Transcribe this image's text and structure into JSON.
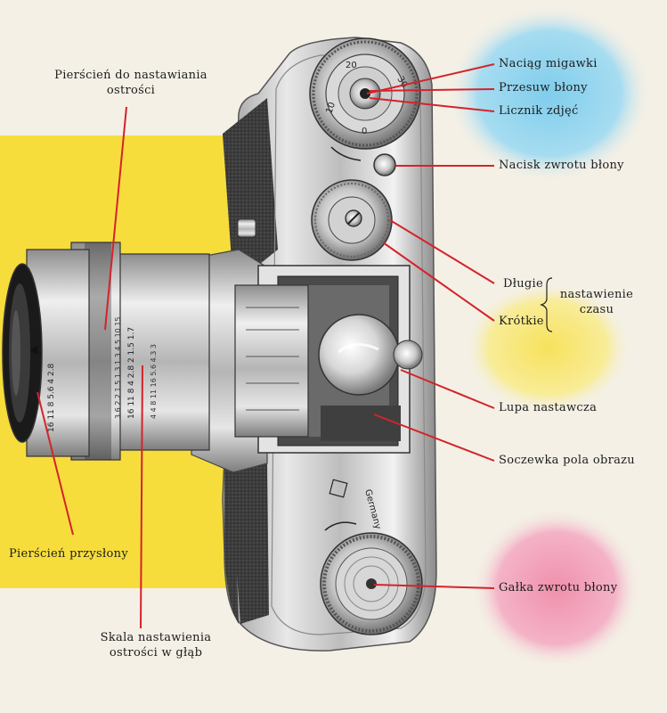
{
  "labels": {
    "focus_ring_line1": "Pierścień do nastawiania",
    "focus_ring_line2": "ostrości",
    "shutter_cock": "Naciąg migawki",
    "film_advance": "Przesuw błony",
    "frame_counter": "Licznik zdjęć",
    "rewind_release": "Nacisk zwrotu błony",
    "long": "Długie",
    "short": "Krótkie",
    "time_setting_line1": "nastawienie",
    "time_setting_line2": "czasu",
    "magnifier": "Lupa nastawcza",
    "field_lens": "Soczewka pola obrazu",
    "aperture_ring": "Pierścień przysłony",
    "dof_scale_line1": "Skala nastawienia",
    "dof_scale_line2": "ostrości w głąb",
    "rewind_knob": "Gałka zwrotu błony"
  },
  "camera": {
    "engraving_country": "Germany",
    "counter_numbers": [
      "20",
      "10",
      "0",
      "30"
    ],
    "aperture_numbers": [
      "16",
      "11",
      "8",
      "5.6",
      "4",
      "2.8"
    ],
    "dof_numbers": [
      "16",
      "11",
      "8",
      "4",
      "2.8",
      "2",
      "1.5",
      "1.7"
    ]
  },
  "colors": {
    "yellow": "#f7dd3c",
    "cyan": "#8fd3ee",
    "pink": "#f2a9bf",
    "pale_yellow": "#f8ea86",
    "leader": "#d4232b",
    "body_leather": "#3a3a3a",
    "chrome": "#c9c9c9"
  }
}
